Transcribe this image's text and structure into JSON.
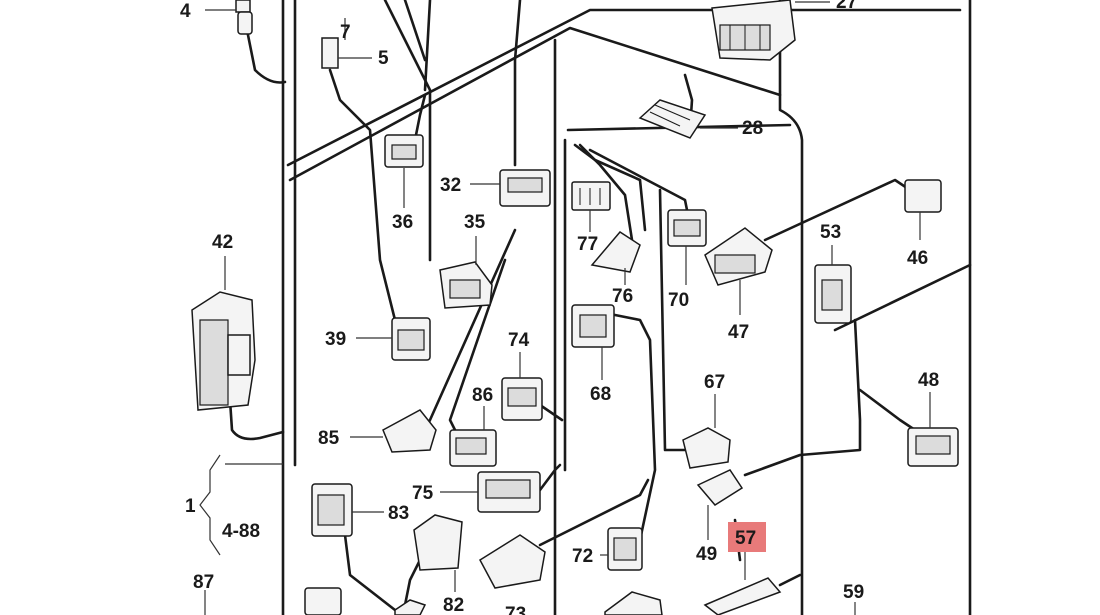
{
  "labels": {
    "l4": "4",
    "l7": "7",
    "l5": "5",
    "l27": "27",
    "l28": "28",
    "l32": "32",
    "l36": "36",
    "l35": "35",
    "l42": "42",
    "l39": "39",
    "l77": "77",
    "l76": "76",
    "l70": "70",
    "l47": "47",
    "l53": "53",
    "l46": "46",
    "l74": "74",
    "l68": "68",
    "l67": "67",
    "l48": "48",
    "l85": "85",
    "l86": "86",
    "l75": "75",
    "l1": "1",
    "l4_88": "4-88",
    "l83": "83",
    "l72": "72",
    "l49": "49",
    "l57": "57",
    "l82": "82",
    "l87": "87",
    "l59": "59",
    "l73": "73"
  },
  "highlight": {
    "part": "57",
    "color": "#e87a7a"
  }
}
